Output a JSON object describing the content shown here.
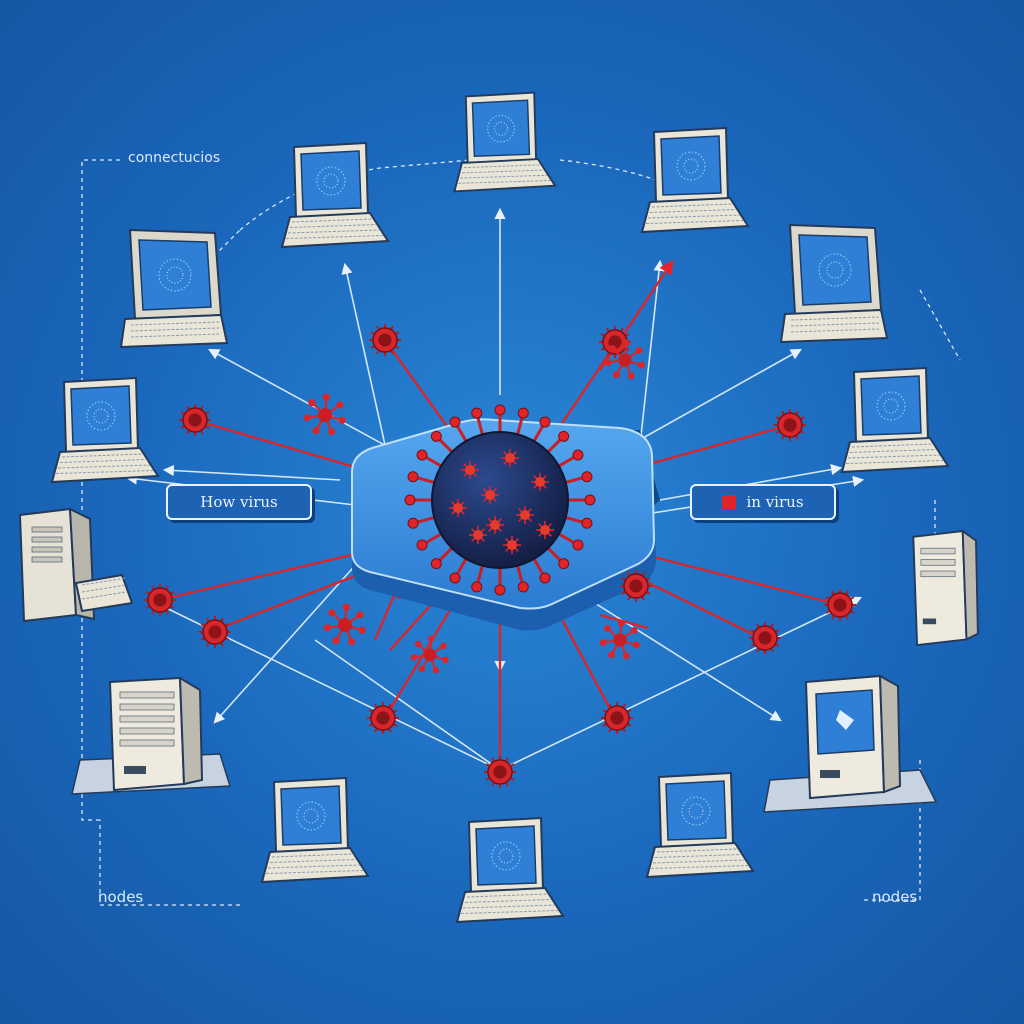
{
  "labels": {
    "connections": "connectucios",
    "nodes_left": "nodes",
    "nodes_right": "nodes",
    "tag_left": "How virus",
    "tag_right": "in virus"
  },
  "nodes": [
    {
      "id": "n0",
      "kind": "laptop",
      "icon": "laptop-icon"
    },
    {
      "id": "n1",
      "kind": "laptop",
      "icon": "laptop-icon"
    },
    {
      "id": "n2",
      "kind": "laptop",
      "icon": "laptop-icon"
    },
    {
      "id": "n3",
      "kind": "monitor",
      "icon": "desktop-monitor-icon"
    },
    {
      "id": "n4",
      "kind": "monitor",
      "icon": "desktop-monitor-icon"
    },
    {
      "id": "n5",
      "kind": "laptop",
      "icon": "laptop-icon"
    },
    {
      "id": "n6",
      "kind": "laptop",
      "icon": "laptop-icon"
    },
    {
      "id": "n7",
      "kind": "desktop",
      "icon": "desktop-tower-icon"
    },
    {
      "id": "n8",
      "kind": "server",
      "icon": "server-tower-icon"
    },
    {
      "id": "n9",
      "kind": "tower",
      "icon": "server-tower-icon"
    },
    {
      "id": "n10",
      "kind": "tower",
      "icon": "server-tower-icon"
    },
    {
      "id": "n11",
      "kind": "laptop",
      "icon": "laptop-icon"
    },
    {
      "id": "n12",
      "kind": "laptop",
      "icon": "laptop-icon"
    },
    {
      "id": "n13",
      "kind": "laptop",
      "icon": "laptop-icon"
    }
  ],
  "colors": {
    "background": "#1a67bb",
    "virus": "#e0242a",
    "virus_core": "#1b2e63",
    "hub": "#2f86dc",
    "connector": "#cfe3f7",
    "screen": "#2f7fd6"
  },
  "icons": {
    "virus": "virus-icon",
    "hub": "network-hub-icon",
    "arrow": "arrow-icon"
  }
}
